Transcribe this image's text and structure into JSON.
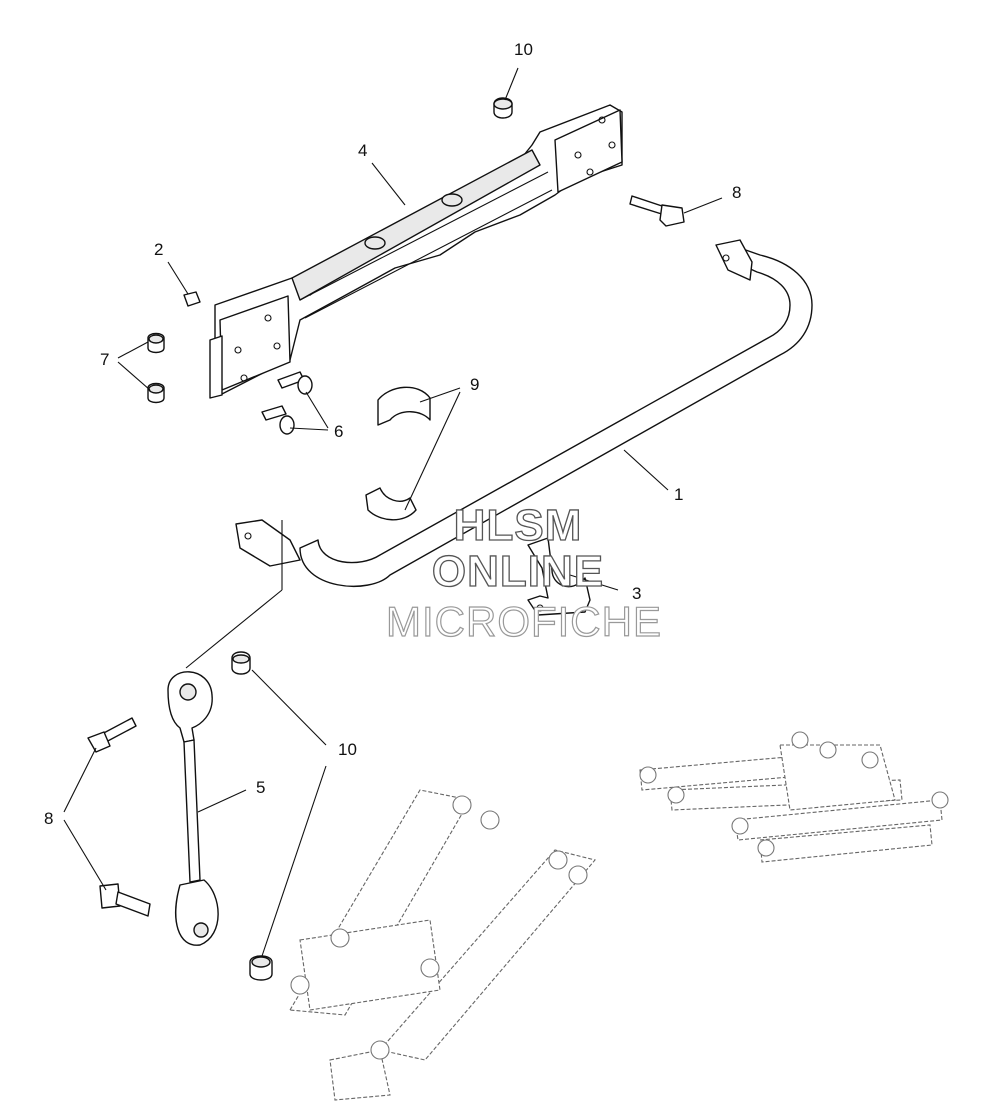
{
  "diagram": {
    "callouts": [
      "10",
      "4",
      "8",
      "2",
      "7",
      "9",
      "6",
      "1",
      "3",
      "5",
      "10",
      "8"
    ],
    "watermark": {
      "line1": "HLSM",
      "line2": "ONLINE",
      "line3": "MICROFICHE"
    }
  }
}
